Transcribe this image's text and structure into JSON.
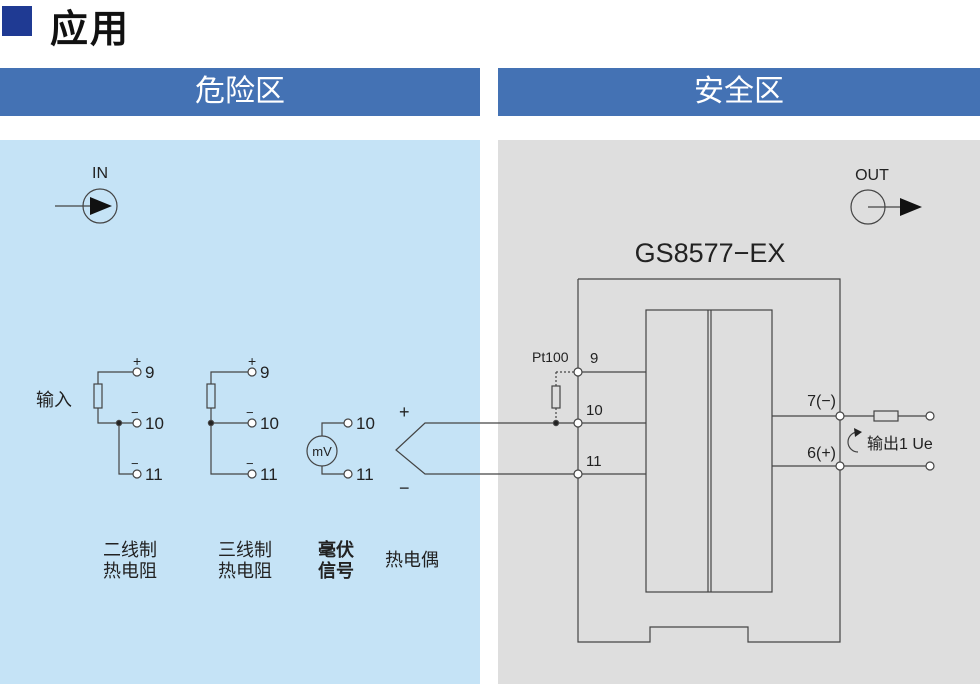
{
  "page": {
    "title": "应用"
  },
  "zones": {
    "danger": "危险区",
    "safe": "安全区"
  },
  "io": {
    "in": "IN",
    "out": "OUT"
  },
  "device": {
    "model": "GS8577−EX"
  },
  "inputs": {
    "input_label": "输入",
    "rtd2": {
      "line1": "二线制",
      "line2": "热电阻"
    },
    "rtd3": {
      "line1": "三线制",
      "line2": "热电阻"
    },
    "mv": {
      "line1": "毫伏",
      "line2": "信号",
      "symbol": "mV"
    },
    "tc": {
      "label": "热电偶",
      "plus": "+",
      "minus": "−"
    }
  },
  "terminals": {
    "t9": "9",
    "t10": "10",
    "t11": "11",
    "plus_mark": "+",
    "minus_mark": "−",
    "pt100": "Pt100",
    "t7": "7(−)",
    "t6": "6(+)"
  },
  "output": {
    "label": "输出1 Ue"
  }
}
